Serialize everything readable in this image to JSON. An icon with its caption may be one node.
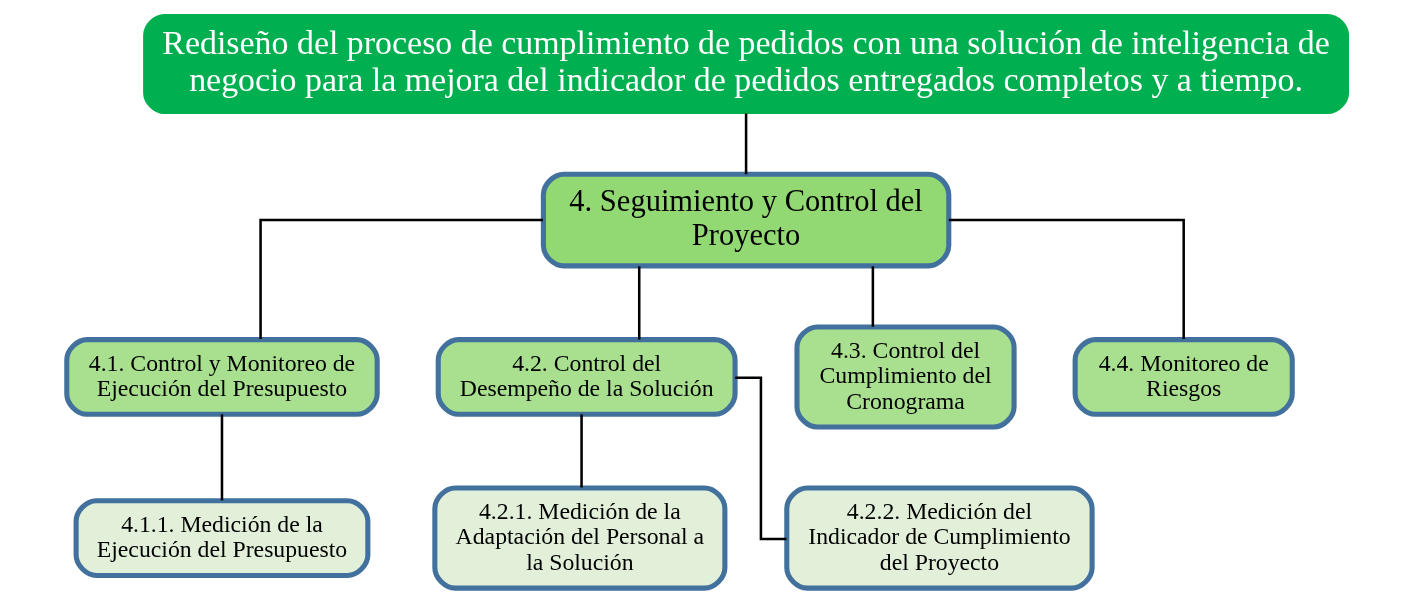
{
  "diagram": {
    "nodes": [
      {
        "text": [
          "Rediseño del proceso de cumplimiento de pedidos con una solución de inteligencia de negocio para la mejora del indicador de pedidos entregados completos y a tiempo."
        ]
      },
      {
        "text": [
          "4. Seguimiento y Control del Proyecto"
        ]
      },
      {
        "text": [
          "4.1. Control y Monitoreo de Ejecución del Presupuesto"
        ]
      },
      {
        "text": [
          "4.2. Control del Desempeño de la Solución"
        ]
      },
      {
        "text": [
          "4.3. Control del Cumplimiento del Cronograma"
        ]
      },
      {
        "text": [
          "4.4. Monitoreo de Riesgos"
        ]
      },
      {
        "text": [
          "4.1.1. Medición de la Ejecución del Presupuesto"
        ]
      },
      {
        "text": [
          "4.2.1. Medición de la Adaptación del Personal a la Solución"
        ]
      },
      {
        "text": [
          "4.2.2. Medición del Indicador de Cumplimiento del Proyecto"
        ]
      }
    ],
    "edges": [
      {
        "from": 0,
        "to": 1,
        "arrow": "none"
      },
      {
        "from": 1,
        "to": 2,
        "arrow": "none"
      },
      {
        "from": 1,
        "to": 3,
        "arrow": "none"
      },
      {
        "from": 1,
        "to": 4,
        "arrow": "none"
      },
      {
        "from": 1,
        "to": 5,
        "arrow": "none"
      },
      {
        "from": 2,
        "to": 6,
        "arrow": "none"
      },
      {
        "from": 3,
        "to": 7,
        "arrow": "none"
      },
      {
        "from": 3,
        "to": 8,
        "arrow": "none"
      }
    ]
  }
}
